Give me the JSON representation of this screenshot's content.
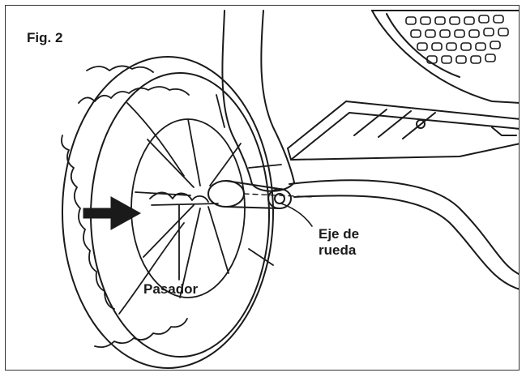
{
  "figure": {
    "label": "Fig. 2"
  },
  "callouts": {
    "axle": {
      "line1": "Eje de",
      "line2": "rueda"
    },
    "pin": "Pasador"
  },
  "colors": {
    "ink": "#1a1a1a",
    "paper": "#ffffff",
    "frame": "#333333"
  }
}
